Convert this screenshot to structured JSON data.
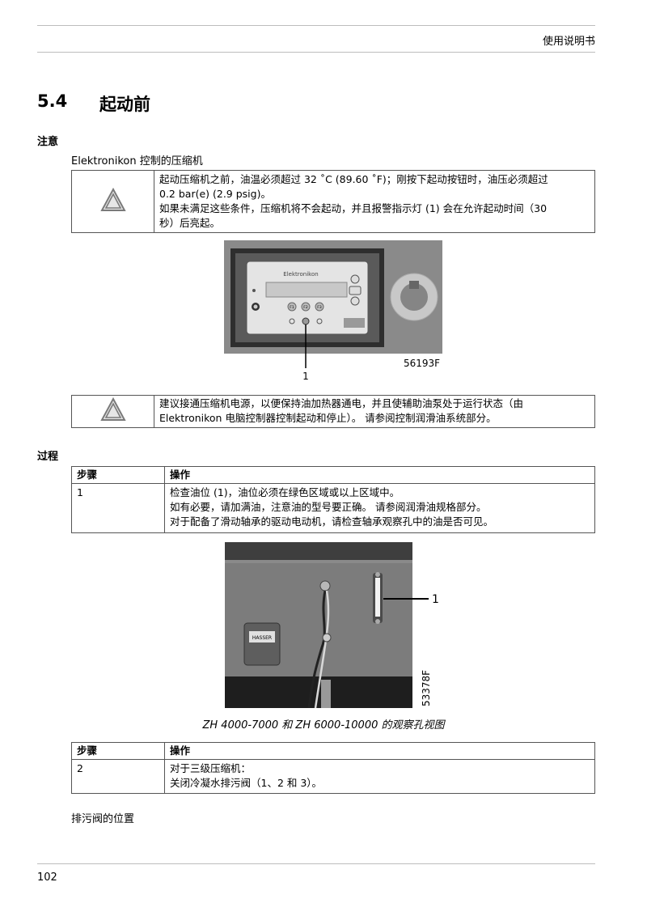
{
  "header": {
    "title": "使用说明书"
  },
  "section": {
    "number": "5.4",
    "title": "起动前"
  },
  "notice": {
    "label": "注意",
    "intro": "Elektronikon 控制的压缩机",
    "box1": {
      "icon": "warning-triangle-icon",
      "lines": [
        "起动压缩机之前，油温必须超过 32 ˚C (89.60 ˚F)；刚按下起动按钮时，油压必须超过",
        "0.2 bar(e) (2.9 psig)。",
        "如果未满足这些条件，压缩机将不会起动，并且报警指示灯 (1) 会在允许起动时间（30",
        "秒）后亮起。"
      ]
    },
    "figure1": {
      "panel_brand": "Elektronikon",
      "keys": [
        "F1",
        "F2",
        "F3"
      ],
      "callout": "1",
      "code": "56193F"
    },
    "box2": {
      "icon": "warning-triangle-icon",
      "lines": [
        "建议接通压缩机电源，以便保持油加热器通电，并且使辅助油泵处于运行状态（由",
        "Elektronikon 电脑控制器控制起动和停止）。 请参阅控制润滑油系统部分。"
      ]
    }
  },
  "procedure": {
    "label": "过程",
    "table1": {
      "headers": [
        "步骤",
        "操作"
      ],
      "step": "1",
      "lines": [
        "检查油位 (1)，油位必须在绿色区域或以上区域中。",
        "如有必要，请加满油，注意油的型号要正确。 请参阅润滑油规格部分。",
        "对于配备了滑动轴承的驱动电动机，请检查轴承观察孔中的油是否可见。"
      ]
    },
    "figure2": {
      "callout": "1",
      "code": "53378F",
      "label_plate": "HASSER",
      "caption": "ZH 4000-7000 和 ZH 6000-10000 的观察孔视图"
    },
    "table2": {
      "headers": [
        "步骤",
        "操作"
      ],
      "step": "2",
      "lines": [
        "对于三级压缩机：",
        "关闭冷凝水排污阀（1、2 和 3）。"
      ]
    },
    "footer_text": "排污阀的位置"
  },
  "page_number": "102"
}
